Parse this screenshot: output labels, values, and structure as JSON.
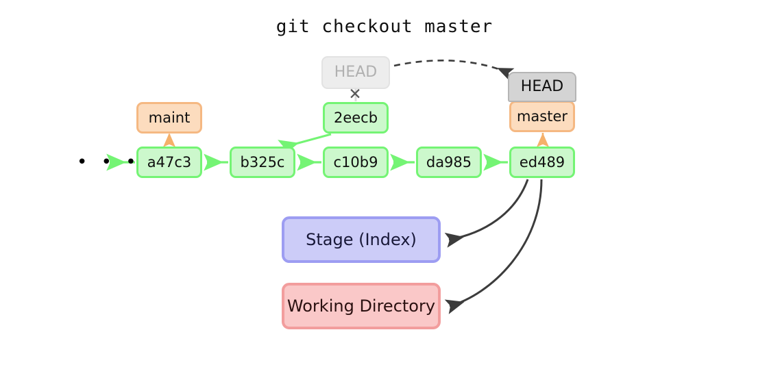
{
  "title": "git checkout master",
  "diagram": {
    "type": "git-branch-diagram",
    "ellipsis": "• • •",
    "x_mark": "✕",
    "commits": [
      {
        "id": "a47c3",
        "label": "a47c3"
      },
      {
        "id": "b325c",
        "label": "b325c"
      },
      {
        "id": "c10b9",
        "label": "c10b9"
      },
      {
        "id": "da985",
        "label": "da985"
      },
      {
        "id": "ed489",
        "label": "ed489"
      },
      {
        "id": "2eecb",
        "label": "2eecb"
      }
    ],
    "branches": [
      {
        "name": "maint",
        "label": "maint",
        "points_to": "a47c3"
      },
      {
        "name": "master",
        "label": "master",
        "points_to": "ed489"
      }
    ],
    "head": {
      "active_label": "HEAD",
      "faded_label": "HEAD",
      "attached_to": "master",
      "detached_from": "2eecb"
    },
    "areas": [
      {
        "id": "stage",
        "label": "Stage (Index)"
      },
      {
        "id": "working",
        "label": "Working Directory"
      }
    ],
    "colors": {
      "commit_fill": "#ccf8cc",
      "commit_border": "#74f474",
      "branch_fill": "#fcdcbe",
      "branch_border": "#f5b882",
      "head_fill": "#d4d4d4",
      "head_border": "#b5b5b5",
      "head_faded_fill": "#ededed",
      "head_faded_text": "#b0b0b0",
      "stage_fill": "#ccccf8",
      "stage_border": "#9d9df2",
      "working_fill": "#fac8c8",
      "working_border": "#f29d9d",
      "arrow_dark": "#3c3c3c",
      "arrow_green": "#74f474",
      "arrow_orange": "#f5b06a"
    }
  }
}
